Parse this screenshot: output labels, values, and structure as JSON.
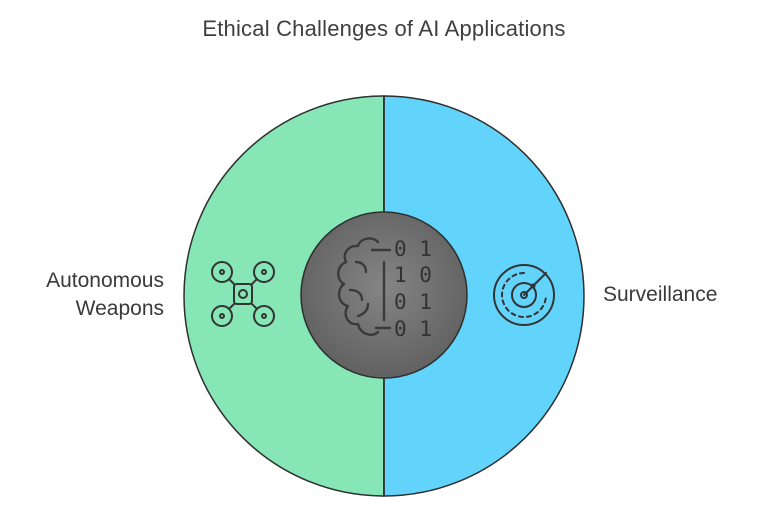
{
  "title": "Ethical Challenges of AI Applications",
  "center": {
    "icon": "brain-binary-icon",
    "binary_rows": [
      "0 1",
      "1 0",
      "0 1",
      "0 1"
    ]
  },
  "segments": [
    {
      "side": "left",
      "label_lines": [
        "Autonomous",
        "Weapons"
      ],
      "icon": "drone-icon",
      "color": "#86e6b6"
    },
    {
      "side": "right",
      "label_lines": [
        "Surveillance"
      ],
      "icon": "radar-icon",
      "color": "#62d4fb"
    }
  ],
  "colors": {
    "outline": "#2f2f2f",
    "center_fill": "#6b6b6b",
    "icon_stroke": "#333333"
  }
}
